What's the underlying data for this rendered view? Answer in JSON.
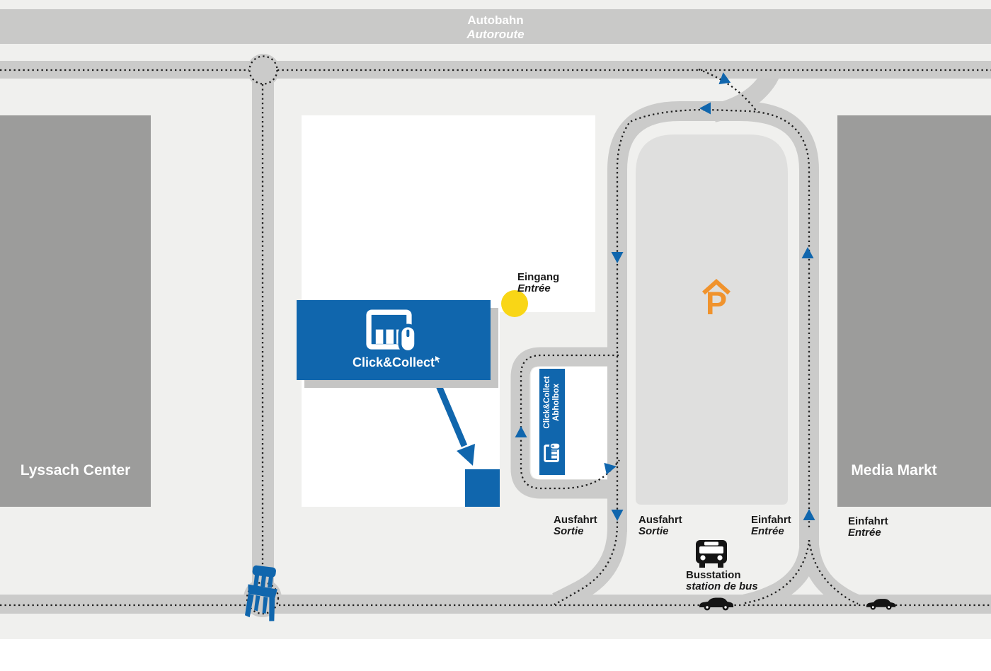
{
  "site": {
    "description_labels_language": "de/fr bilingual wayfinding map"
  },
  "colors": {
    "brand_blue": "#1066AD",
    "entrance_yellow": "#F9D616",
    "parking_orange": "#F0932D",
    "road_gray": "#CBCBCA",
    "building_gray": "#9C9C9B",
    "parking_lot_gray": "#DFDFDE",
    "background_gray": "#F0F0EE",
    "autobahn_bar_gray": "#C9C9C8",
    "shadow_gray": "#C5C5C4",
    "route_dot_black": "#1F1F1F",
    "store_white": "#FFFFFF"
  },
  "labels": {
    "autobahn": {
      "de": "Autobahn",
      "fr": "Autoroute"
    },
    "lyssach_center": "Lyssach Center",
    "media_markt": "Media Markt",
    "eingang": {
      "de": "Eingang",
      "fr": "Entrée"
    },
    "click_collect": "Click&Collect",
    "abholbox_sign": {
      "line1": "Click&Collect",
      "line2": "Abholbox"
    },
    "ausfahrt_west": {
      "de": "Ausfahrt",
      "fr": "Sortie"
    },
    "ausfahrt_center": {
      "de": "Ausfahrt",
      "fr": "Sortie"
    },
    "einfahrt_center": {
      "de": "Einfahrt",
      "fr": "Entrée"
    },
    "einfahrt_east": {
      "de": "Einfahrt",
      "fr": "Entrée"
    },
    "busstation": {
      "de": "Busstation",
      "fr": "station de bus"
    },
    "parking": "P"
  },
  "icons": {
    "store-pickup-icon": "building outline with windows and computer mouse",
    "cursor-icon": "small mouse cursor after Click&Collect wordmark",
    "parking-roof-icon": "roof chevron above P (covered parking)",
    "bus-icon": "bus front view",
    "car-icon": "car side silhouette",
    "chair-icon": "blue chair on roundabout",
    "direction-arrow-icon": "blue triangle route arrow",
    "entrance-dot-icon": "yellow circle entrance marker"
  }
}
